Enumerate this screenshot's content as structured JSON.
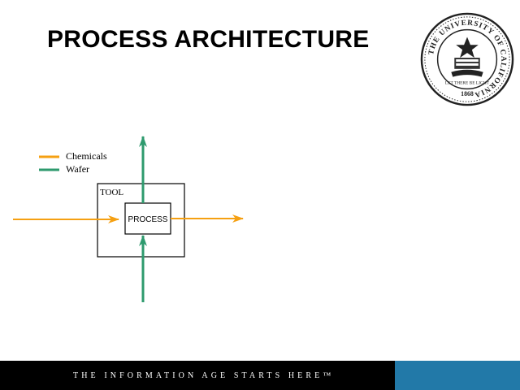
{
  "slide": {
    "title": "PROCESS ARCHITECTURE"
  },
  "seal": {
    "ring_text": "THE UNIVERSITY OF CALIFORNIA",
    "motto": "LET THERE BE LIGHT",
    "year": "1868"
  },
  "legend": {
    "chemicals_label": "Chemicals",
    "wafer_label": "Wafer"
  },
  "diagram": {
    "tool_label": "TOOL",
    "process_label": "PROCESS"
  },
  "footer": {
    "tagline": "THE INFORMATION AGE STARTS HERE™"
  },
  "colors": {
    "chemicals": "#F5A012",
    "wafer": "#2E9A6E",
    "footer_bg": "#000000",
    "footer_accent": "#2279A8"
  }
}
